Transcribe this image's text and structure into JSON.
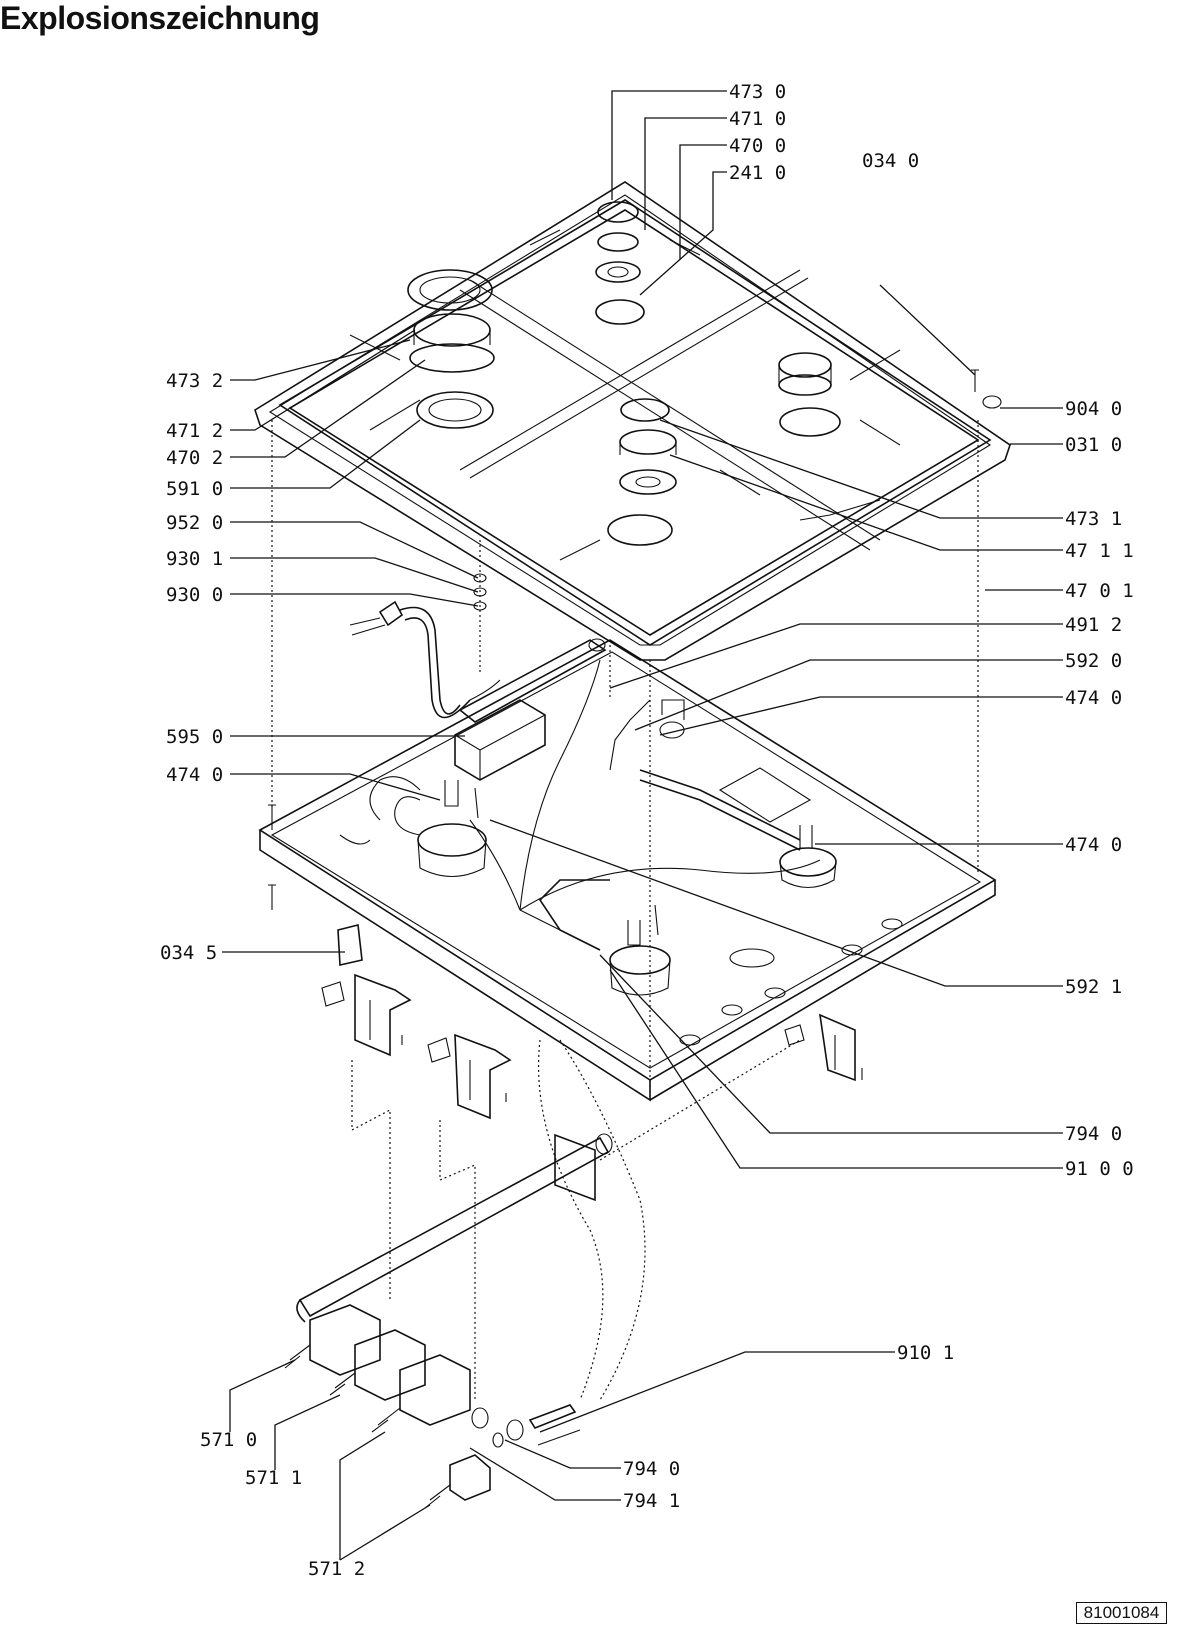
{
  "title": "Explosionszeichnung",
  "document_number": "81001084",
  "callouts": [
    {
      "id": "c-473-0",
      "label": "473  0"
    },
    {
      "id": "c-471-0",
      "label": "471  0"
    },
    {
      "id": "c-470-0",
      "label": "470  0"
    },
    {
      "id": "c-241-0",
      "label": "241  0"
    },
    {
      "id": "c-034-0",
      "label": "034  0"
    },
    {
      "id": "c-904-0",
      "label": "904  0"
    },
    {
      "id": "c-031-0",
      "label": "031  0"
    },
    {
      "id": "c-473-1",
      "label": "473  1"
    },
    {
      "id": "c-471-1",
      "label": "47 1  1"
    },
    {
      "id": "c-470-1",
      "label": "47 0  1"
    },
    {
      "id": "c-491-2",
      "label": "491  2"
    },
    {
      "id": "c-592-0",
      "label": "592  0"
    },
    {
      "id": "c-474-0-a",
      "label": "474  0"
    },
    {
      "id": "c-474-0-b",
      "label": "474  0"
    },
    {
      "id": "c-592-1",
      "label": "592  1"
    },
    {
      "id": "c-794-0-a",
      "label": "794  0"
    },
    {
      "id": "c-910-0",
      "label": "91 0  0"
    },
    {
      "id": "c-910-1",
      "label": "910  1"
    },
    {
      "id": "c-794-0-b",
      "label": "794  0"
    },
    {
      "id": "c-794-1",
      "label": "794  1"
    },
    {
      "id": "c-473-2",
      "label": "473  2"
    },
    {
      "id": "c-471-2",
      "label": "471  2"
    },
    {
      "id": "c-470-2",
      "label": "470  2"
    },
    {
      "id": "c-591-0",
      "label": "591  0"
    },
    {
      "id": "c-952-0",
      "label": "952  0"
    },
    {
      "id": "c-930-1",
      "label": "930  1"
    },
    {
      "id": "c-930-0",
      "label": "930  0"
    },
    {
      "id": "c-595-0",
      "label": "595  0"
    },
    {
      "id": "c-474-0-c",
      "label": "474  0"
    },
    {
      "id": "c-034-5",
      "label": "034  5"
    },
    {
      "id": "c-571-0",
      "label": "571  0"
    },
    {
      "id": "c-571-1",
      "label": "571  1"
    },
    {
      "id": "c-571-2",
      "label": "571  2"
    }
  ]
}
